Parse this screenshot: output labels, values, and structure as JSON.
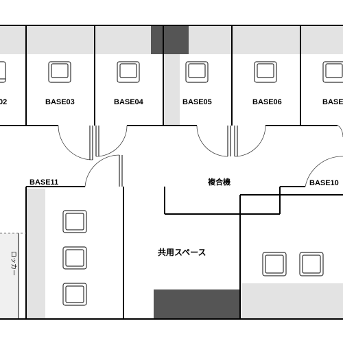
{
  "floor_plan": {
    "rooms": {
      "base02": "02",
      "base03": "BASE03",
      "base04": "BASE04",
      "base05": "BASE05",
      "base06": "BASE06",
      "base07": "BASE",
      "base11": "BASE11",
      "base10": "BASE10",
      "copier": "複合機",
      "common_space": "共用スペース",
      "locker": "ロッカー"
    },
    "colors": {
      "wall": "#000000",
      "shelf": "#e3e3e3",
      "dark_block": "#555555",
      "door_arc": "#444444"
    }
  }
}
